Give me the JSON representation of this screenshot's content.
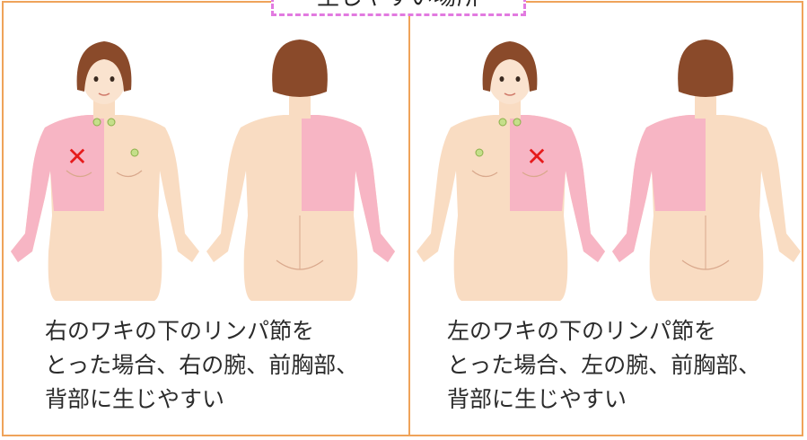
{
  "title": "生じやすい場所",
  "colors": {
    "border": "#efa35a",
    "title_border": "#e27ae0",
    "skin": "#f9dcc2",
    "affected": "#f7b5c4",
    "hair": "#8a4a2a",
    "lymph_node": "#c5df8a",
    "mark": "#e61b1b"
  },
  "panels": [
    {
      "side": "right",
      "caption": "右のワキの下のリンパ節を\nとった場合、右の腕、前胸部、\n背部に生じやすい",
      "mark": "✕"
    },
    {
      "side": "left",
      "caption": "左のワキの下のリンパ節を\nとった場合、左の腕、前胸部、\n背部に生じやすい",
      "mark": "✕"
    }
  ]
}
